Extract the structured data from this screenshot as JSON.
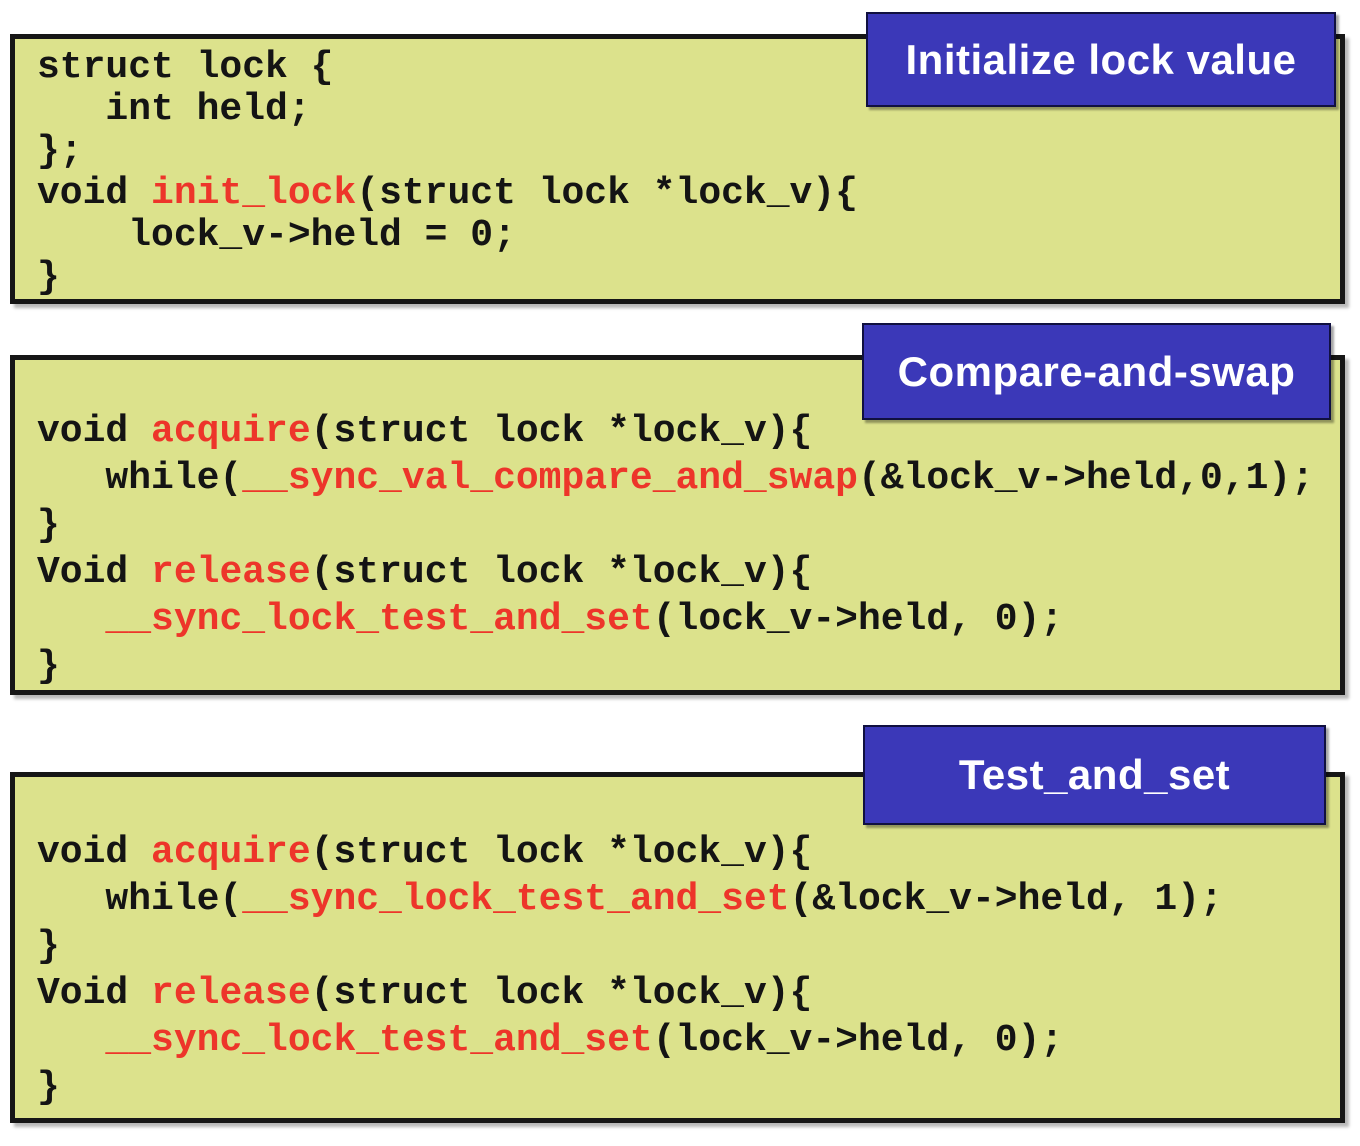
{
  "colors": {
    "box_background": "#dce28c",
    "box_border": "#161616",
    "banner_background": "#3b38b8",
    "banner_text": "#ffffff",
    "code_text": "#141414",
    "code_highlight": "#ed352a",
    "page_background": "#ffffff"
  },
  "boxes": [
    {
      "banner": "Initialize lock value",
      "lines": [
        [
          {
            "text": "struct lock {",
            "color": "black"
          }
        ],
        [
          {
            "text": "   int held;",
            "color": "black"
          }
        ],
        [
          {
            "text": "};",
            "color": "black"
          }
        ],
        [
          {
            "text": "void ",
            "color": "black"
          },
          {
            "text": "init_lock",
            "color": "red"
          },
          {
            "text": "(struct lock *lock_v){",
            "color": "black"
          }
        ],
        [
          {
            "text": "    lock_v->held = 0;",
            "color": "black"
          }
        ],
        [
          {
            "text": "}",
            "color": "black"
          }
        ]
      ]
    },
    {
      "banner": "Compare-and-swap",
      "lines": [
        [
          {
            "text": "void ",
            "color": "black"
          },
          {
            "text": "acquire",
            "color": "red"
          },
          {
            "text": "(struct lock *lock_v){",
            "color": "black"
          }
        ],
        [
          {
            "text": "   while(",
            "color": "black"
          },
          {
            "text": "__sync_val_compare_and_swap",
            "color": "red"
          },
          {
            "text": "(&lock_v->held,0,1);",
            "color": "black"
          }
        ],
        [
          {
            "text": "}",
            "color": "black"
          }
        ],
        [
          {
            "text": "Void ",
            "color": "black"
          },
          {
            "text": "release",
            "color": "red"
          },
          {
            "text": "(struct lock *lock_v){",
            "color": "black"
          }
        ],
        [
          {
            "text": "   ",
            "color": "black"
          },
          {
            "text": "__sync_lock_test_and_set",
            "color": "red"
          },
          {
            "text": "(lock_v->held, 0);",
            "color": "black"
          }
        ],
        [
          {
            "text": "}",
            "color": "black"
          }
        ]
      ]
    },
    {
      "banner": "Test_and_set",
      "lines": [
        [
          {
            "text": "void ",
            "color": "black"
          },
          {
            "text": "acquire",
            "color": "red"
          },
          {
            "text": "(struct lock *lock_v){",
            "color": "black"
          }
        ],
        [
          {
            "text": "   while(",
            "color": "black"
          },
          {
            "text": "__sync_lock_test_and_set",
            "color": "red"
          },
          {
            "text": "(&lock_v->held, 1);",
            "color": "black"
          }
        ],
        [
          {
            "text": "}",
            "color": "black"
          }
        ],
        [
          {
            "text": "Void ",
            "color": "black"
          },
          {
            "text": "release",
            "color": "red"
          },
          {
            "text": "(struct lock *lock_v){",
            "color": "black"
          }
        ],
        [
          {
            "text": "   ",
            "color": "black"
          },
          {
            "text": "__sync_lock_test_and_set",
            "color": "red"
          },
          {
            "text": "(lock_v->held, 0);",
            "color": "black"
          }
        ],
        [
          {
            "text": "}",
            "color": "black"
          }
        ]
      ]
    }
  ]
}
